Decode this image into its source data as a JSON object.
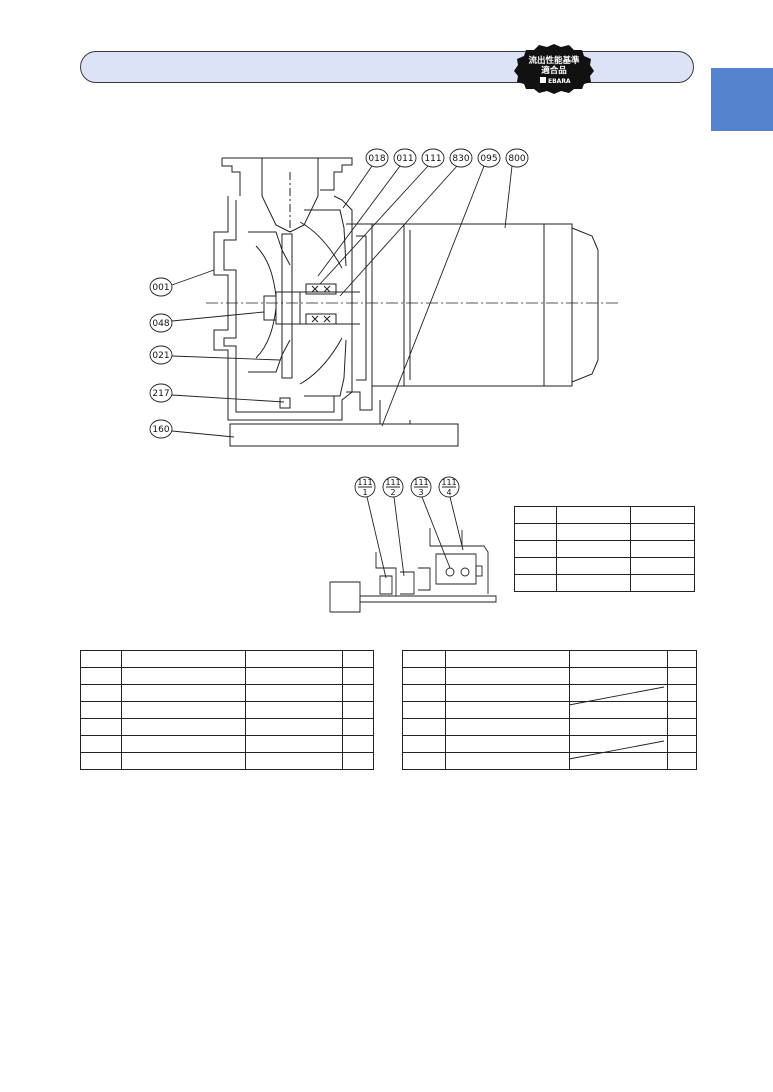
{
  "badge": {
    "line1": "流出性能基準",
    "line2": "適合品",
    "brand": "EBARA"
  },
  "callouts": {
    "main": [
      "018",
      "011",
      "111",
      "830",
      "095",
      "800",
      "001",
      "048",
      "021",
      "217",
      "160"
    ],
    "seal": [
      {
        "top": "111",
        "bottom": "1"
      },
      {
        "top": "111",
        "bottom": "2"
      },
      {
        "top": "111",
        "bottom": "3"
      },
      {
        "top": "111",
        "bottom": "4"
      }
    ]
  },
  "colors": {
    "header_fill": "#dde3f6",
    "side_tab": "#5582cf",
    "line": "#222222"
  }
}
